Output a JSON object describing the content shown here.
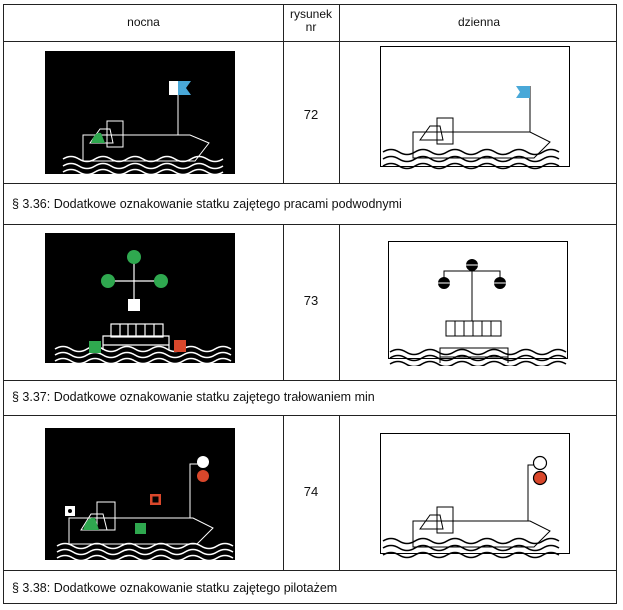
{
  "headers": {
    "night": "nocna",
    "figure": "rysunek nr",
    "day": "dzienna"
  },
  "rows": [
    {
      "number": "72",
      "caption": "§ 3.36: Dodatkowe oznakowanie statku zajętego pracami podwodnymi"
    },
    {
      "number": "73",
      "caption": "§ 3.37: Dodatkowe oznakowanie statku zajętego trałowaniem min"
    },
    {
      "number": "74",
      "caption": "§ 3.38: Dodatkowe oznakowanie statku zajętego pilotażem"
    }
  ],
  "colors": {
    "green": "#2fa84f",
    "red": "#d9472b",
    "blue": "#49a8d8",
    "night_bg": "#000000"
  }
}
